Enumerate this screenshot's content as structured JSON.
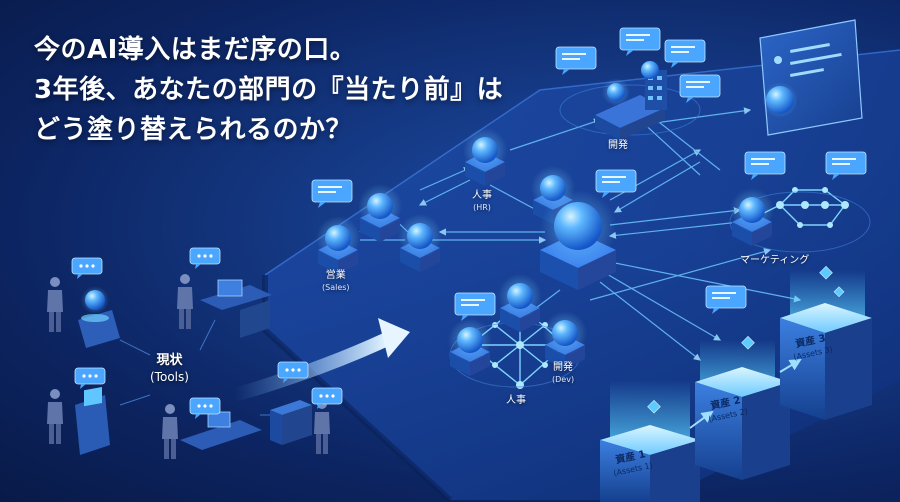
{
  "headline": {
    "line1": "今のAI導入はまだ序の口。",
    "line2": "3年後、あなたの部門の『当たり前』は",
    "line3": "どう塗り替えられるのか？"
  },
  "current": {
    "label": "現状",
    "sub": "(Tools)"
  },
  "departments": {
    "sales": {
      "label": "営業",
      "sub": "(Sales)"
    },
    "hr": {
      "label": "人事",
      "sub": "(HR)"
    },
    "dev_top": {
      "label": "開発"
    },
    "marketing": {
      "label": "マーケティング"
    },
    "dev_bottom": {
      "label": "開発",
      "sub": "(Dev)"
    },
    "hr_bottom": {
      "label": "人事"
    }
  },
  "assets": [
    {
      "label": "資産 1",
      "sub": "(Assets 1)"
    },
    {
      "label": "資産 2",
      "sub": "(Assets 2)"
    },
    {
      "label": "資産 3",
      "sub": "(Assets 3)"
    }
  ],
  "colors": {
    "background": "#0c2461",
    "accent": "#4fb6ff",
    "node": "#3b8cff",
    "glow": "#7fd4ff"
  }
}
